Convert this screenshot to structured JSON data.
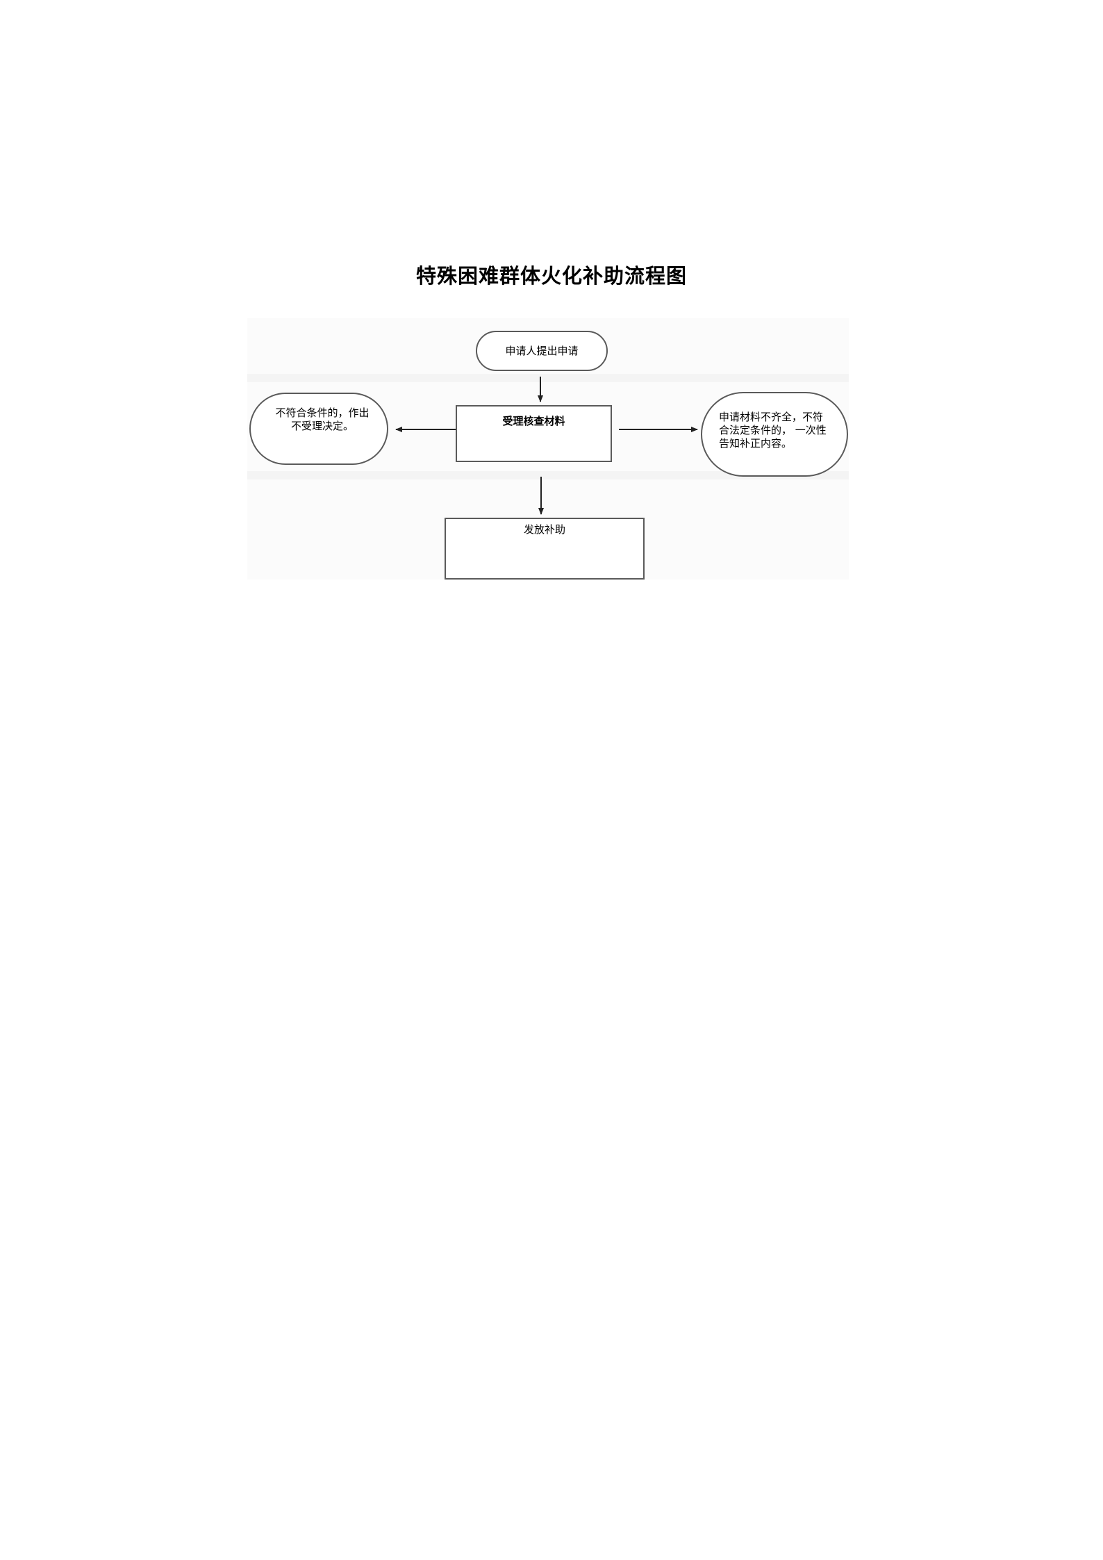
{
  "title": "特殊困难群体火化补助流程图",
  "flowchart": {
    "nodes": {
      "apply": {
        "label": "申请人提出申请",
        "shape": "rounded"
      },
      "review": {
        "label": "受理核查材料",
        "shape": "rectangle"
      },
      "reject": {
        "label": "不符合条件的，作出\n不受理决定。",
        "shape": "oval"
      },
      "supplement": {
        "label": "申请材料不齐全，不符\n合法定条件的， 一次性\n告知补正内容。",
        "shape": "oval"
      },
      "grant": {
        "label": "发放补助",
        "shape": "rectangle"
      }
    },
    "edges": [
      {
        "from": "apply",
        "to": "review"
      },
      {
        "from": "review",
        "to": "reject"
      },
      {
        "from": "review",
        "to": "supplement"
      },
      {
        "from": "review",
        "to": "grant"
      }
    ],
    "colors": {
      "stroke": "#5a5a5a",
      "arrow": "#222222",
      "background": "#fbfbfb"
    }
  }
}
